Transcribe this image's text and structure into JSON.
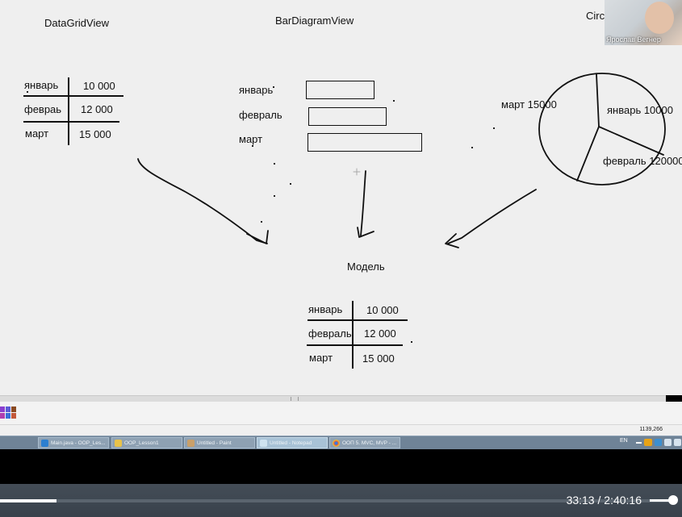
{
  "canvas": {
    "headings": {
      "datagrid": "DataGridView",
      "bardiagram": "BarDiagramView",
      "circle": "Circ",
      "model": "Модель"
    },
    "datagrid_table": [
      {
        "month": "январь",
        "value": "10 000"
      },
      {
        "month": "февраь",
        "value": "12 000"
      },
      {
        "month": "март",
        "value": "15 000"
      }
    ],
    "bar_labels": [
      "январь",
      "февраль",
      "март"
    ],
    "pie_labels": {
      "march": "март 15000",
      "january": "январь 10000",
      "february": "февраль 120000"
    },
    "model_table": [
      {
        "month": "январь",
        "value": "10 000"
      },
      {
        "month": "февраль",
        "value": "12 000"
      },
      {
        "month": "март",
        "value": "15 000"
      }
    ]
  },
  "webcam": {
    "name": "Ярослав Вегнер"
  },
  "status_bar": {
    "coords": "1139,266"
  },
  "taskbar": {
    "items": [
      {
        "label": "Main.java - OOP_Les...",
        "icon": "vscode-icon"
      },
      {
        "label": "OOP_Lesson1",
        "icon": "folder-icon"
      },
      {
        "label": "Untitled - Paint",
        "icon": "paint-icon"
      },
      {
        "label": "Untitled - Notepad",
        "icon": "notepad-icon"
      },
      {
        "label": "ООП 5. MVC, MVP - ...",
        "icon": "chrome-icon"
      }
    ],
    "language": "EN"
  },
  "video": {
    "current_time": "33:13",
    "separator": "/",
    "duration": "2:40:16",
    "progress": 0.083
  },
  "colors": {
    "canvas": "#efefef",
    "ink": "#111111",
    "taskbar": "#6f8397",
    "controls": "#3d4650"
  }
}
